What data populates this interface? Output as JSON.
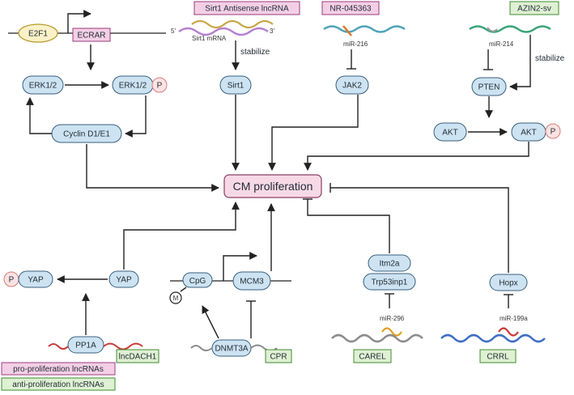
{
  "labels": {
    "e2f1": "E2F1",
    "ecrar": "ECRAR",
    "erk_a": "ERK1/2",
    "erk_b": "ERK1/2",
    "cyclin": "Cyclin D1/E1",
    "sirt1_lnc": "Sirt1 Antisense lncRNA",
    "five": "5'",
    "three": "3'",
    "sirt1_mrna": "Sirt1 mRNA",
    "stabilize1": "stabilize",
    "sirt1": "Sirt1",
    "nr": "NR-045363",
    "mir216": "miR-216",
    "jak2": "JAK2",
    "azin2": "AZIN2-sv",
    "mir214": "miR-214",
    "stabilize2": "stabilize",
    "pten": "PTEN",
    "akt_a": "AKT",
    "akt_b": "AKT",
    "center": "CM proliferation",
    "yap_a": "YAP",
    "yap_b": "YAP",
    "pp1a": "PP1A",
    "lncdach1": "lncDACH1",
    "cpg": "CpG",
    "m": "M",
    "mcm3": "MCM3",
    "dnmt3a": "DNMT3A",
    "cpr": "CPR",
    "itm2a": "Itm2a",
    "trp53": "Trp53inp1",
    "mir296": "miR-296",
    "carel": "CAREL",
    "hopx": "Hopx",
    "mir199": "miR-199a",
    "crrl": "CRRL",
    "p": "P"
  },
  "legend": {
    "pro": "pro-proliferation lncRNAs",
    "anti": "anti-proliferation lncRNAs"
  },
  "colors": {
    "pro": "#f3cfe6",
    "anti": "#dff0d3",
    "node": "#cde3f2"
  }
}
